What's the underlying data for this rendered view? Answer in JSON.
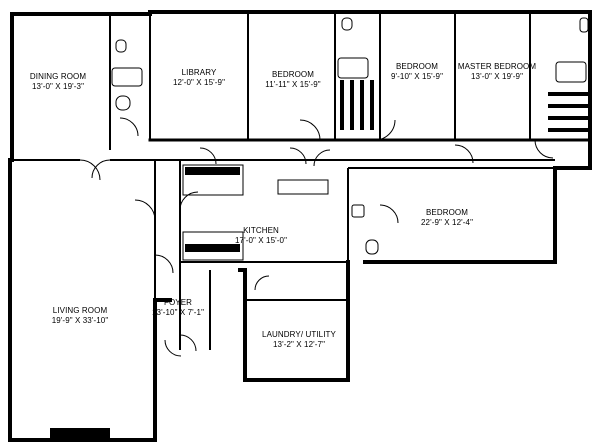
{
  "rooms": {
    "dining_room": {
      "name": "DINING ROOM",
      "dims": "13'-0\" X 19'-3\""
    },
    "library": {
      "name": "LIBRARY",
      "dims": "12'-0\" X 15'-9\""
    },
    "bedroom_1": {
      "name": "BEDROOM",
      "dims": "11'-11\" X 15'-9\""
    },
    "bedroom_2": {
      "name": "BEDROOM",
      "dims": "9'-10\" X 15'-9\""
    },
    "master_bedroom": {
      "name": "MASTER BEDROOM",
      "dims": "13'-0\" X 19'-9\""
    },
    "bedroom_3": {
      "name": "BEDROOM",
      "dims": "22'-9\" X 12'-4\""
    },
    "kitchen": {
      "name": "KITCHEN",
      "dims": "17'-0\" X 15'-0\""
    },
    "living_room": {
      "name": "LIVING ROOM",
      "dims": "19'-9\" X 33'-10\""
    },
    "foyer": {
      "name": "FOYER",
      "dims": "13'-10\" X 7'-1\""
    },
    "laundry": {
      "name": "LAUNDRY/ UTILITY",
      "dims": "13'-2\" X 12'-7\""
    }
  }
}
